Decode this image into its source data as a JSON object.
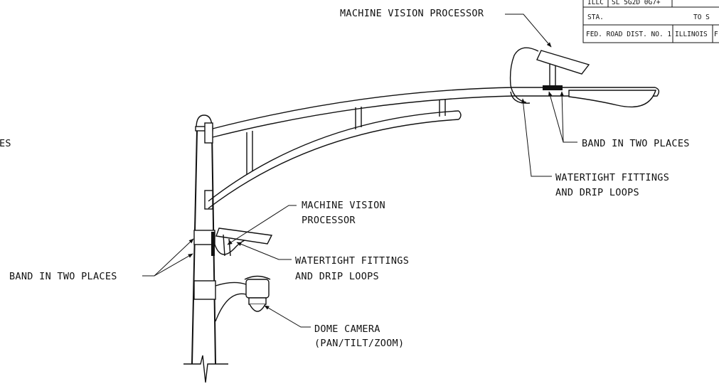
{
  "title_block": {
    "row1_left": "ILLC",
    "row1_right": "SL 5G2D 0G7+",
    "row2_left": "STA.",
    "row2_right": "TO S",
    "row3_col1": "FED. ROAD DIST. NO. 1",
    "row3_col2": "ILLINOIS",
    "row3_col3": "F"
  },
  "callouts": {
    "processor_top": "MACHINE VISION PROCESSOR",
    "band_right": "BAND IN TWO PLACES",
    "fittings_right_line1": "WATERTIGHT FITTINGS",
    "fittings_right_line2": "AND DRIP LOOPS",
    "partial_left": "ES",
    "processor_mid_line1": "MACHINE VISION",
    "processor_mid_line2": "PROCESSOR",
    "fittings_mid_line1": "WATERTIGHT FITTINGS",
    "fittings_mid_line2": "AND DRIP LOOPS",
    "band_left": "BAND IN TWO PLACES",
    "dome_line1": "DOME CAMERA",
    "dome_line2": "(PAN/TILT/ZOOM)"
  }
}
